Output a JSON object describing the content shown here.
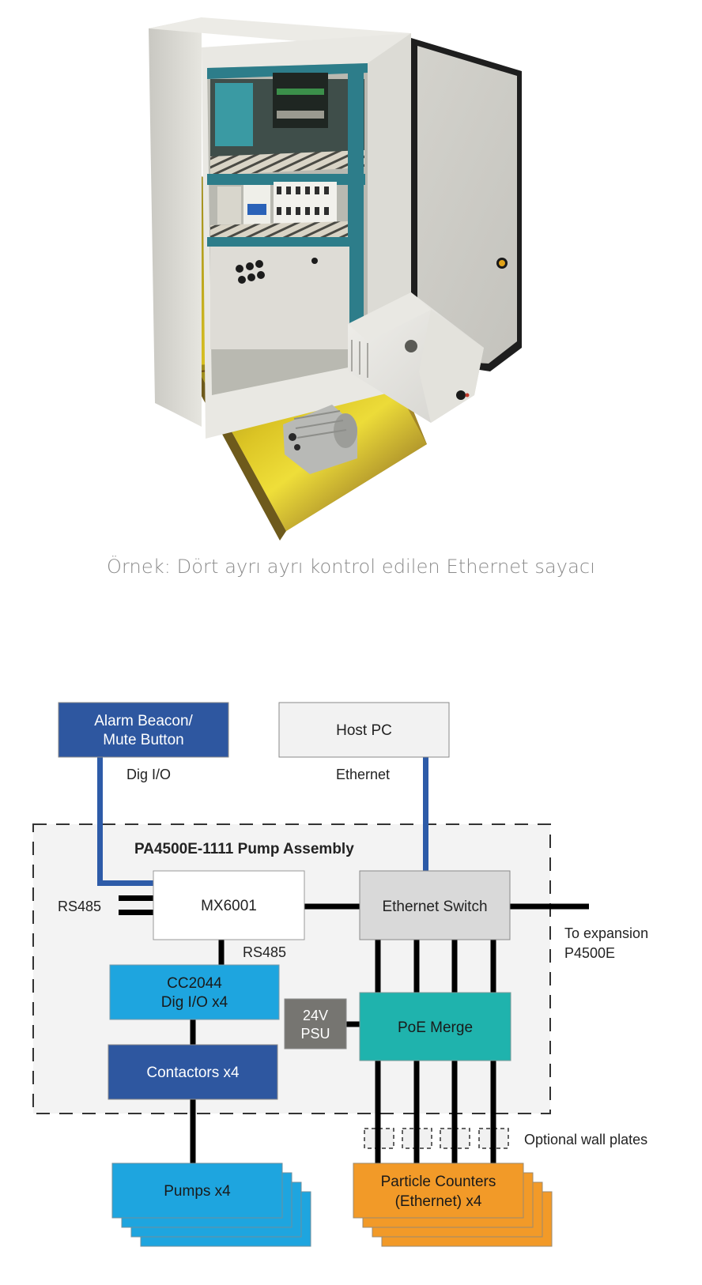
{
  "photo": {
    "subject": "Open electrical control cabinet with teal DIN-rail shelves, mounted on a brass base plate with a vacuum pump and electric motor",
    "caption": "Örnek: Dört ayrı ayrı kontrol edilen Ethernet sayacı"
  },
  "diagram": {
    "external": {
      "alarm": {
        "line1": "Alarm Beacon/",
        "line2": "Mute Button"
      },
      "host": {
        "label": "Host PC"
      }
    },
    "links": {
      "dig_io": "Dig I/O",
      "ethernet": "Ethernet",
      "rs485_left": "RS485",
      "rs485_down": "RS485",
      "expansion_line1": "To expansion",
      "expansion_line2": "P4500E",
      "wall_plates": "Optional wall plates"
    },
    "assembly": {
      "title": "PA4500E-1111 Pump Assembly",
      "mx": "MX6001",
      "switch": "Ethernet Switch",
      "cc_line1": "CC2044",
      "cc_line2": "Dig I/O x4",
      "psu_line1": "24V",
      "psu_line2": "PSU",
      "poe": "PoE Merge",
      "contactors": "Contactors x4"
    },
    "outputs": {
      "pumps": "Pumps x4",
      "counters_line1": "Particle Counters",
      "counters_line2": "(Ethernet) x4"
    },
    "colors": {
      "dark_blue": "#2e57a0",
      "light_blue": "#1ea5df",
      "teal": "#1fb3ad",
      "psu_grey": "#767571",
      "switch_grey": "#d9d9d9",
      "orange": "#f29a28",
      "signal_blue": "#2d5ba8",
      "assembly_fill": "#f3f3f3"
    }
  }
}
